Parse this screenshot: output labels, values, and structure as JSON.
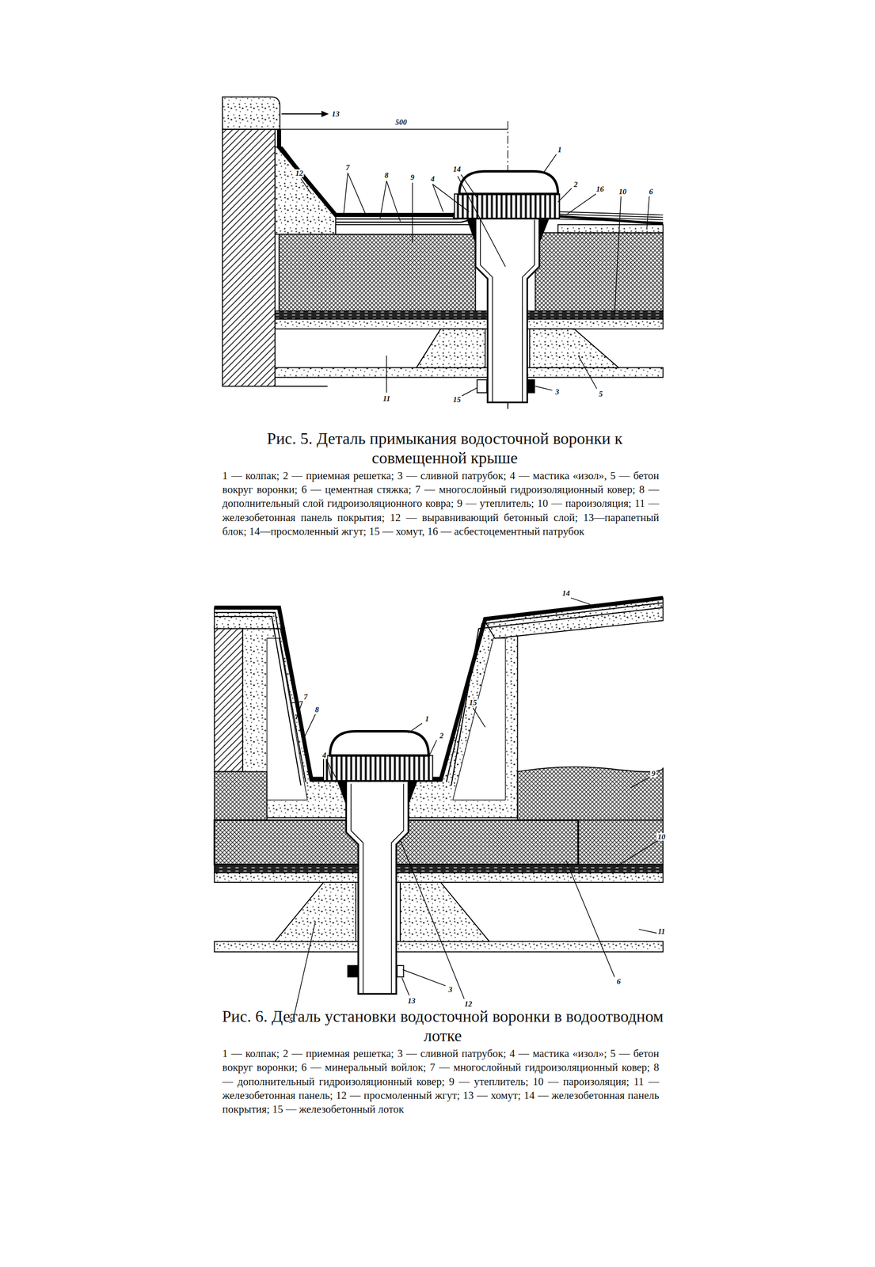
{
  "diagram": {
    "labels": [
      "13",
      "500",
      "1",
      "14",
      "2",
      "16",
      "10",
      "6",
      "12",
      "7",
      "8",
      "9",
      "4",
      "11",
      "15",
      "3",
      "5",
      "Рис. 5. Деталь примыкания водосточной воронки к совмещенной крыше",
      "1 — колпак; 2 — приемная решетка; 3 — сливной патрубок; 4 — мастика «изол», 5 — бетон вокруг воронки; 6 — цементная стяжка; 7 — многослойный гидроизоляционный ковер; 8 — дополнительный слой гидроизоляционного ковра; 9 — утеплитель; 10 — пароизоляция; 11 — железобетонная панель покрытия; 12 — выравнивающий бетонный слой; 13—парапетный блок; 14—просмоленный жгут; 15 — хомут, 16 — асбестоцементный патрубок",
      "14",
      "7",
      "8",
      "15",
      "1",
      "2",
      "4",
      "9",
      "10",
      "11",
      "5",
      "3",
      "13",
      "12",
      "6",
      "Рис. 6. Деталь установки водосточной воронки в водоотводном лотке",
      "1 — колпак; 2 — приемная решетка; 3 — сливной патрубок; 4 — мастика «изол»; 5 — бетон вокруг воронки; 6 — минеральный войлок; 7 — многослойный гидроизоляционный ковер; 8 — дополнительный гидроизоляционный ковер; 9 — утеплитель; 10 — пароизоляция; 11 — железобетонная панель; 12 — просмоленный жгут; 13 — хомут; 14 — железобетонная панель покрытия; 15 — железобетонный лоток"
    ]
  }
}
